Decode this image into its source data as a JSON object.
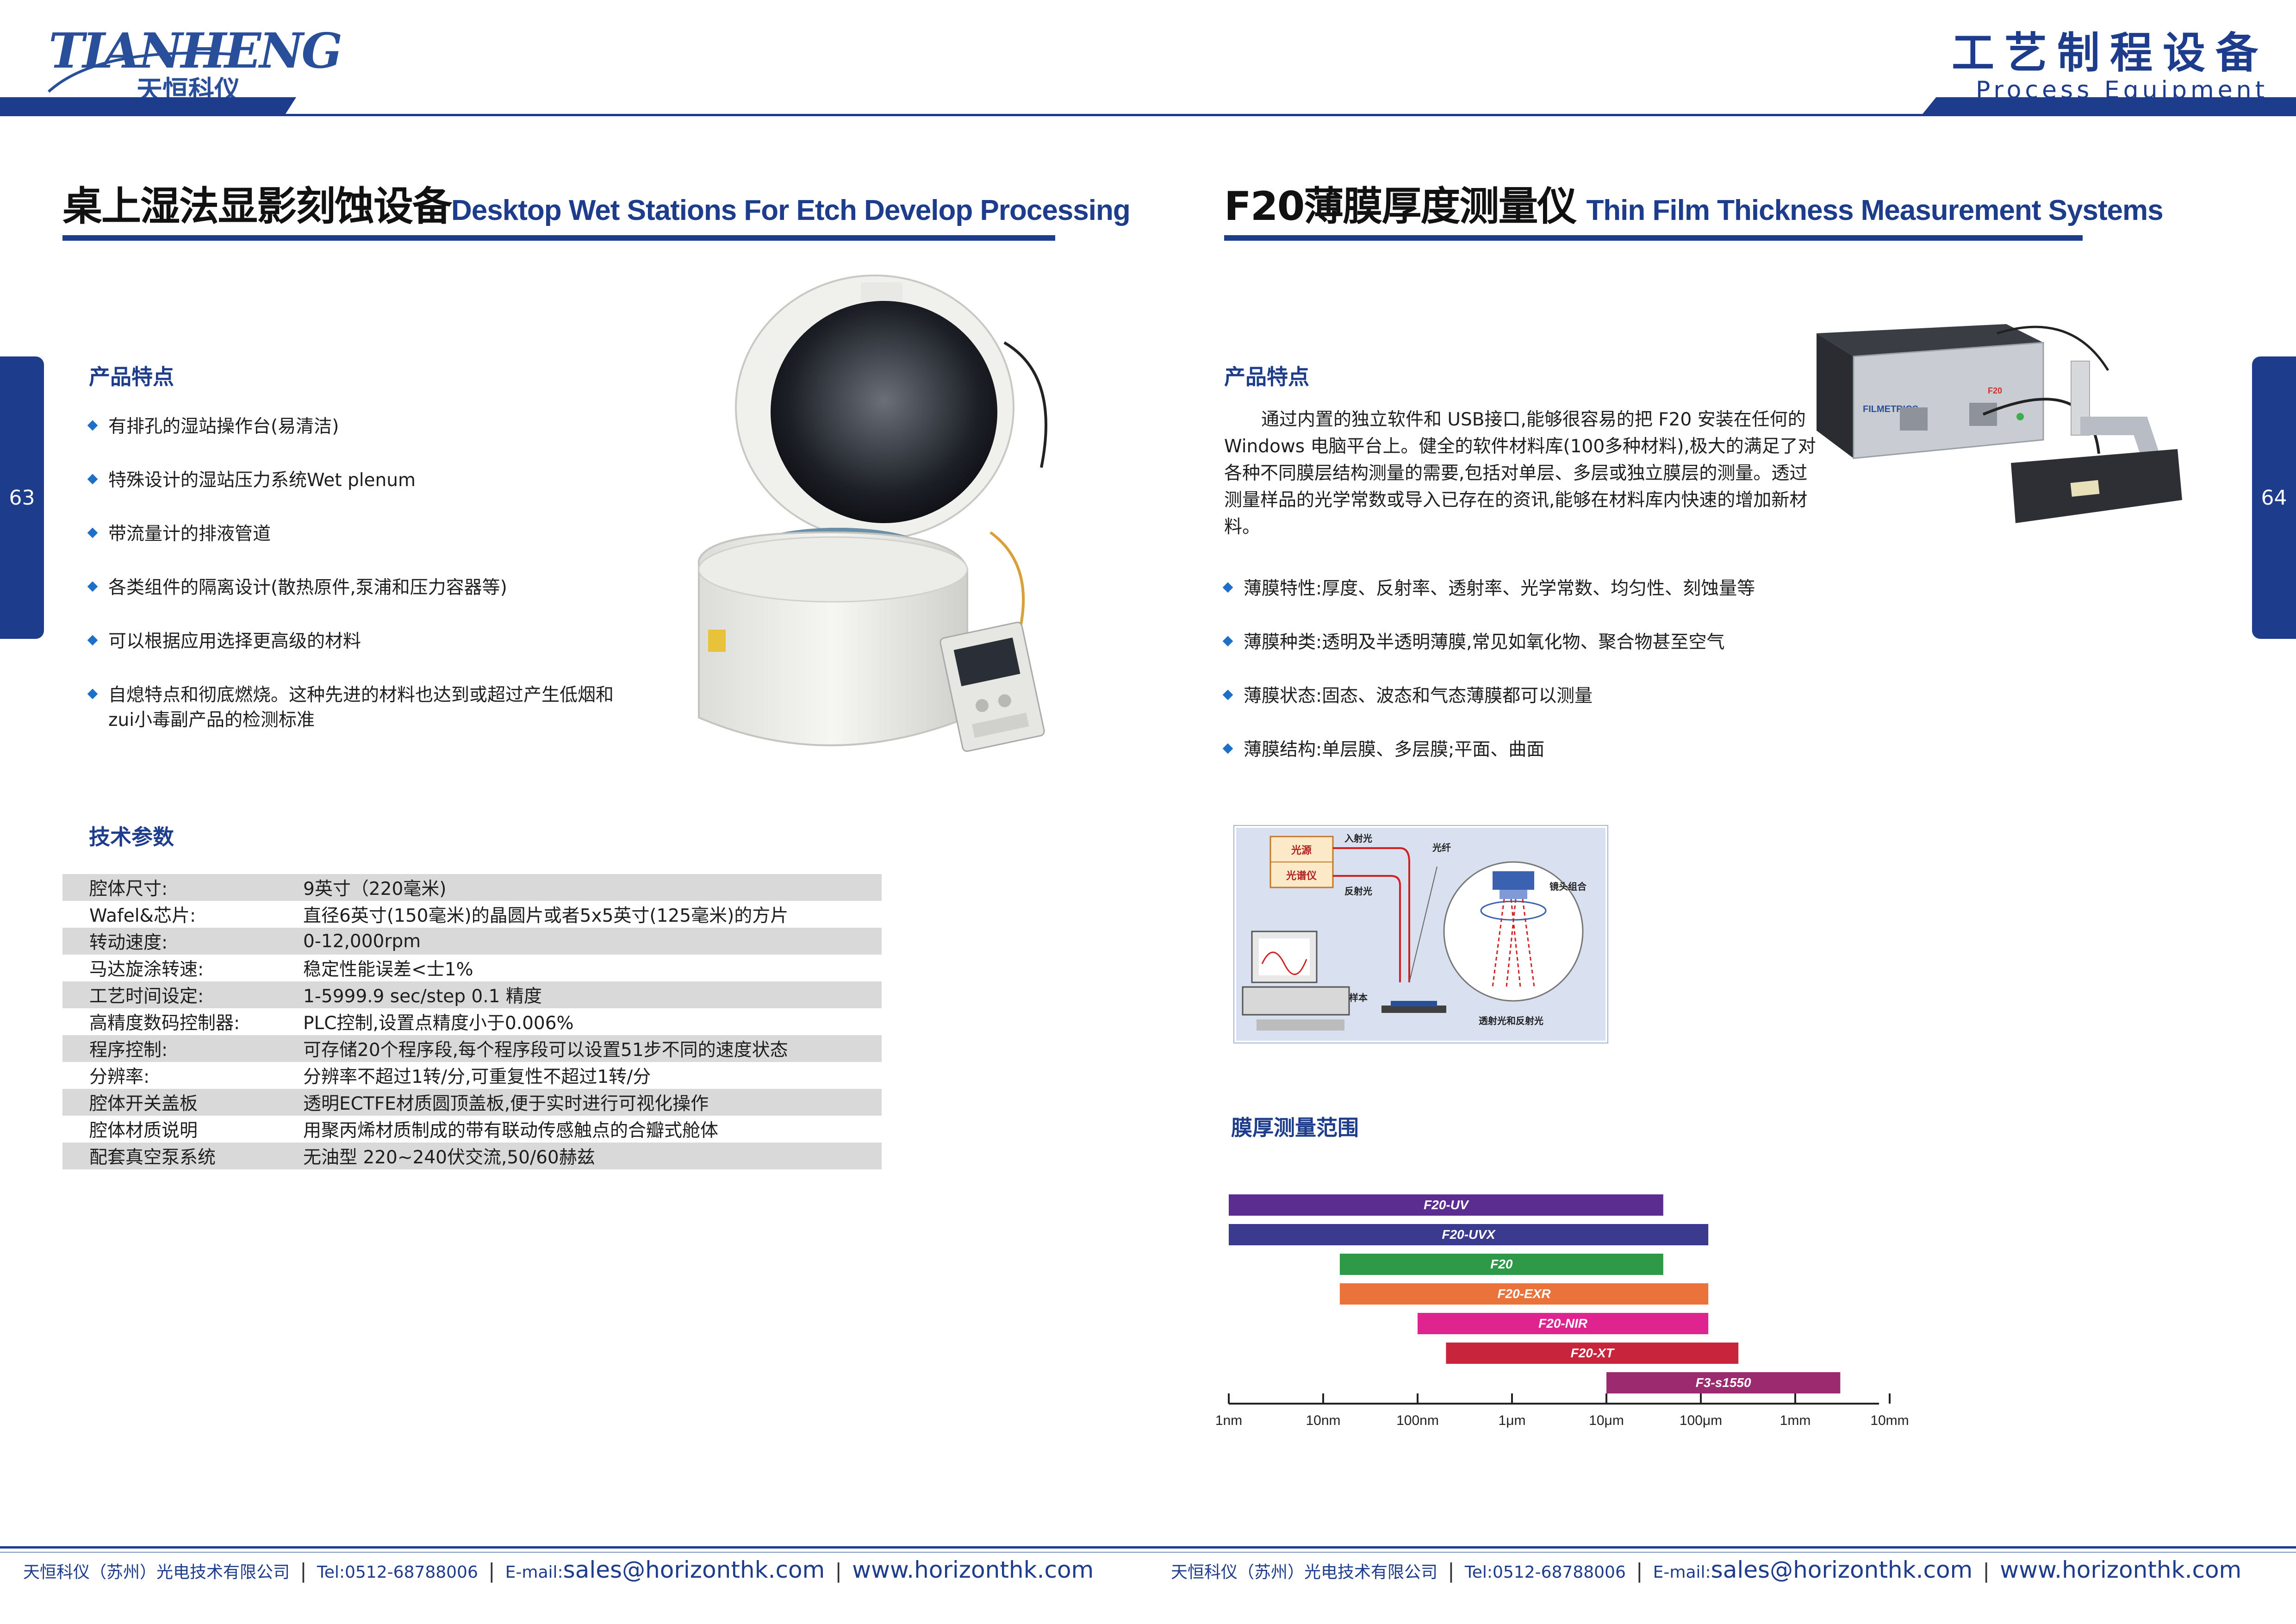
{
  "header": {
    "logo_main": "TIANHENG",
    "logo_sub": "天恒科仪",
    "title_cn": "工艺制程设备",
    "title_en": "Process Equipment"
  },
  "pages": {
    "left": "63",
    "right": "64"
  },
  "left": {
    "title_cn": "桌上湿法显影刻蚀设备",
    "title_en": "Desktop Wet Stations For Etch Develop Processing",
    "features_heading": "产品特点",
    "features": [
      "有排孔的湿站操作台(易清洁)",
      "特殊设计的湿站压力系统Wet plenum",
      "带流量计的排液管道",
      "各类组件的隔离设计(散热原件,泵浦和压力容器等)",
      "可以根据应用选择更高级的材料",
      "自熄特点和彻底燃烧。这种先进的材料也达到或超过产生低烟和zui小毒副产品的检测标准"
    ],
    "specs_heading": "技术参数",
    "specs": [
      {
        "k": "腔体尺寸:",
        "v": "9英寸（220毫米)"
      },
      {
        "k": "Wafel&芯片:",
        "v": "直径6英寸(150毫米)的晶圆片或者5x5英寸(125毫米)的方片"
      },
      {
        "k": "转动速度:",
        "v": "0-12,000rpm"
      },
      {
        "k": "马达旋涂转速:",
        "v": "稳定性能误差<士1%"
      },
      {
        "k": "工艺时间设定:",
        "v": "1-5999.9 sec/step 0.1 精度"
      },
      {
        "k": "高精度数码控制器:",
        "v": "PLC控制,设置点精度小于0.006%"
      },
      {
        "k": "程序控制:",
        "v": "可存储20个程序段,每个程序段可以设置51步不同的速度状态"
      },
      {
        "k": "分辨率:",
        "v": "分辨率不超过1转/分,可重复性不超过1转/分"
      },
      {
        "k": "腔体开关盖板",
        "v": "透明ECTFE材质圆顶盖板,便于实时进行可视化操作"
      },
      {
        "k": "腔体材质说明",
        "v": "用聚丙烯材质制成的带有联动传感触点的合瓣式舱体"
      },
      {
        "k": "配套真空泵系统",
        "v": "无油型 220~240伏交流,50/60赫兹"
      }
    ]
  },
  "right": {
    "title_cn": "F20薄膜厚度测量仪",
    "title_en": "Thin Film Thickness Measurement Systems",
    "features_heading": "产品特点",
    "intro": "通过内置的独立软件和 USB接口,能够很容易的把 F20 安装在任何的 Windows 电脑平台上。健全的软件材料库(100多种材料),极大的满足了对各种不同膜层结构测量的需要,包括对单层、多层或独立膜层的测量。透过测量样品的光学常数或导入已存在的资讯,能够在材料库内快速的增加新材料。",
    "features": [
      "薄膜特性:厚度、反射率、透射率、光学常数、均匀性、刻蚀量等",
      "薄膜种类:透明及半透明薄膜,常见如氧化物、聚合物甚至空气",
      "薄膜状态:固态、波态和气态薄膜都可以测量",
      "薄膜结构:单层膜、多层膜;平面、曲面"
    ],
    "device_brand": "FILMETRICS",
    "device_model": "F20",
    "diagram": {
      "source": "光源",
      "spectrometer": "光谱仪",
      "incident": "入射光",
      "reflected": "反射光",
      "fiber": "光纤",
      "lens": "镜头组合",
      "sample": "样本",
      "combined": "透射光和反射光"
    },
    "range_heading": "膜厚测量范围"
  },
  "chart_data": {
    "type": "bar",
    "orientation": "horizontal-range",
    "title": "膜厚测量范围",
    "scale": "log",
    "ticks": [
      "1nm",
      "10nm",
      "100nm",
      "1μm",
      "10μm",
      "100μm",
      "1mm",
      "10mm"
    ],
    "series": [
      {
        "name": "F20-UV",
        "start_nm": 1,
        "end_nm": 40000,
        "color": "#5b2d90"
      },
      {
        "name": "F20-UVX",
        "start_nm": 1,
        "end_nm": 120000,
        "color": "#3a3a8f"
      },
      {
        "name": "F20",
        "start_nm": 15,
        "end_nm": 40000,
        "color": "#2e9a48"
      },
      {
        "name": "F20-EXR",
        "start_nm": 15,
        "end_nm": 120000,
        "color": "#e9733a"
      },
      {
        "name": "F20-NIR",
        "start_nm": 100,
        "end_nm": 120000,
        "color": "#e0248f"
      },
      {
        "name": "F20-XT",
        "start_nm": 200,
        "end_nm": 250000,
        "color": "#c8243c"
      },
      {
        "name": "F3-s1550",
        "start_nm": 10000,
        "end_nm": 3000000,
        "color": "#9b2b6e"
      }
    ]
  },
  "footer": {
    "company": "天恒科仪（苏州）光电技术有限公司",
    "tel_label": "Tel:",
    "tel": "0512-68788006",
    "email_label": "E-mail:",
    "email": "sales@horizonthk.com",
    "web": "www.horizonthk.com",
    "sep": "|"
  }
}
